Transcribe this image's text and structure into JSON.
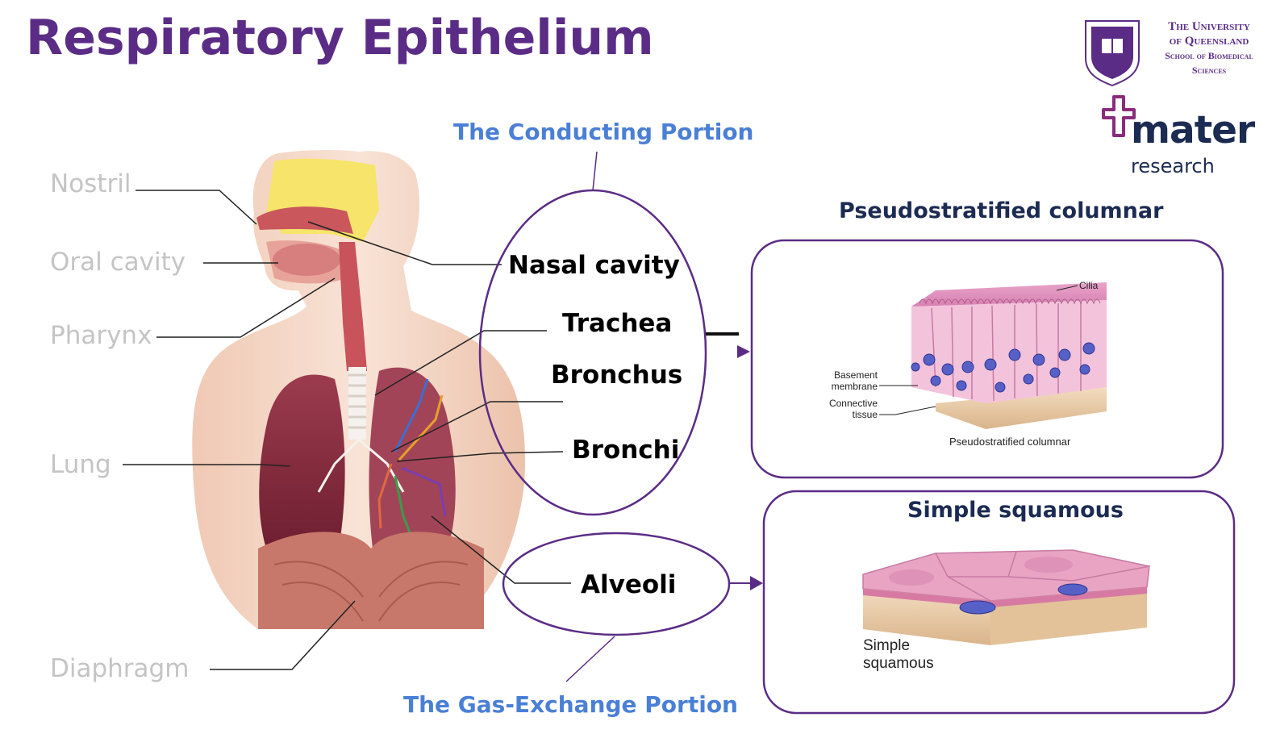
{
  "title": "Respiratory Epithelium",
  "colors": {
    "purple": "#5b2c86",
    "blue": "#4a7fd6",
    "navy": "#1c2b52",
    "label_gray": "#c4c4c4"
  },
  "logos": {
    "uq": {
      "line1": "The University",
      "line2": "of Queensland",
      "line3": "School of Biomedical",
      "line4": "Sciences"
    },
    "mater": {
      "word": "mater",
      "sub": "research",
      "icon": "cross-icon"
    }
  },
  "anatomy_labels": [
    "Nostril",
    "Oral cavity",
    "Pharynx",
    "Lung",
    "Diaphragm"
  ],
  "conducting": {
    "title": "The Conducting Portion",
    "organs": [
      "Nasal cavity",
      "Trachea",
      "Bronchus",
      "Bronchi"
    ]
  },
  "gas_exchange": {
    "title": "The Gas-Exchange Portion",
    "organs": [
      "Alveoli"
    ]
  },
  "tissues": {
    "pseudostratified": {
      "title": "Pseudostratified columnar",
      "labels": {
        "cilia": "Cilia",
        "basement_1": "Basement",
        "basement_2": "membrane",
        "connective_1": "Connective",
        "connective_2": "tissue",
        "caption": "Pseudostratified columnar"
      }
    },
    "squamous": {
      "title": "Simple squamous",
      "labels": {
        "caption_1": "Simple",
        "caption_2": "squamous"
      }
    }
  }
}
